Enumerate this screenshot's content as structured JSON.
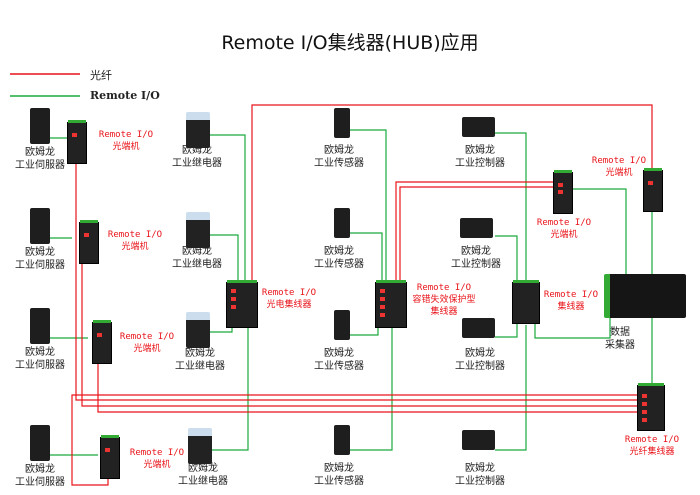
{
  "title": "Remote I/O集线器(HUB)应用",
  "legend": {
    "fiber": "光纤",
    "remote_io": "Remote I/O",
    "fiber_color": "#e8141a",
    "remote_io_color": "#1aab3c"
  },
  "servo": {
    "brand": "欧姆龙",
    "name": "工业伺服器"
  },
  "relay": {
    "brand": "欧姆龙",
    "name": "工业继电器"
  },
  "sensor": {
    "brand": "欧姆龙",
    "name": "工业传感器"
  },
  "controller": {
    "brand": "欧姆龙",
    "name": "工业控制器"
  },
  "converter": {
    "l1": "Remote I/O",
    "l2": "光端机"
  },
  "optical_hub": {
    "l1": "Remote I/O",
    "l2": "光电集线器"
  },
  "ft_hub": {
    "l1": "Remote I/O",
    "l2": "容错失效保护型",
    "l3": "集线器"
  },
  "hub": {
    "l1": "Remote I/O",
    "l2": "集线器"
  },
  "collector": {
    "l1": "数据",
    "l2": "采集器"
  },
  "fiber_hub": {
    "l1": "Remote I/O",
    "l2": "光纤集线器"
  }
}
